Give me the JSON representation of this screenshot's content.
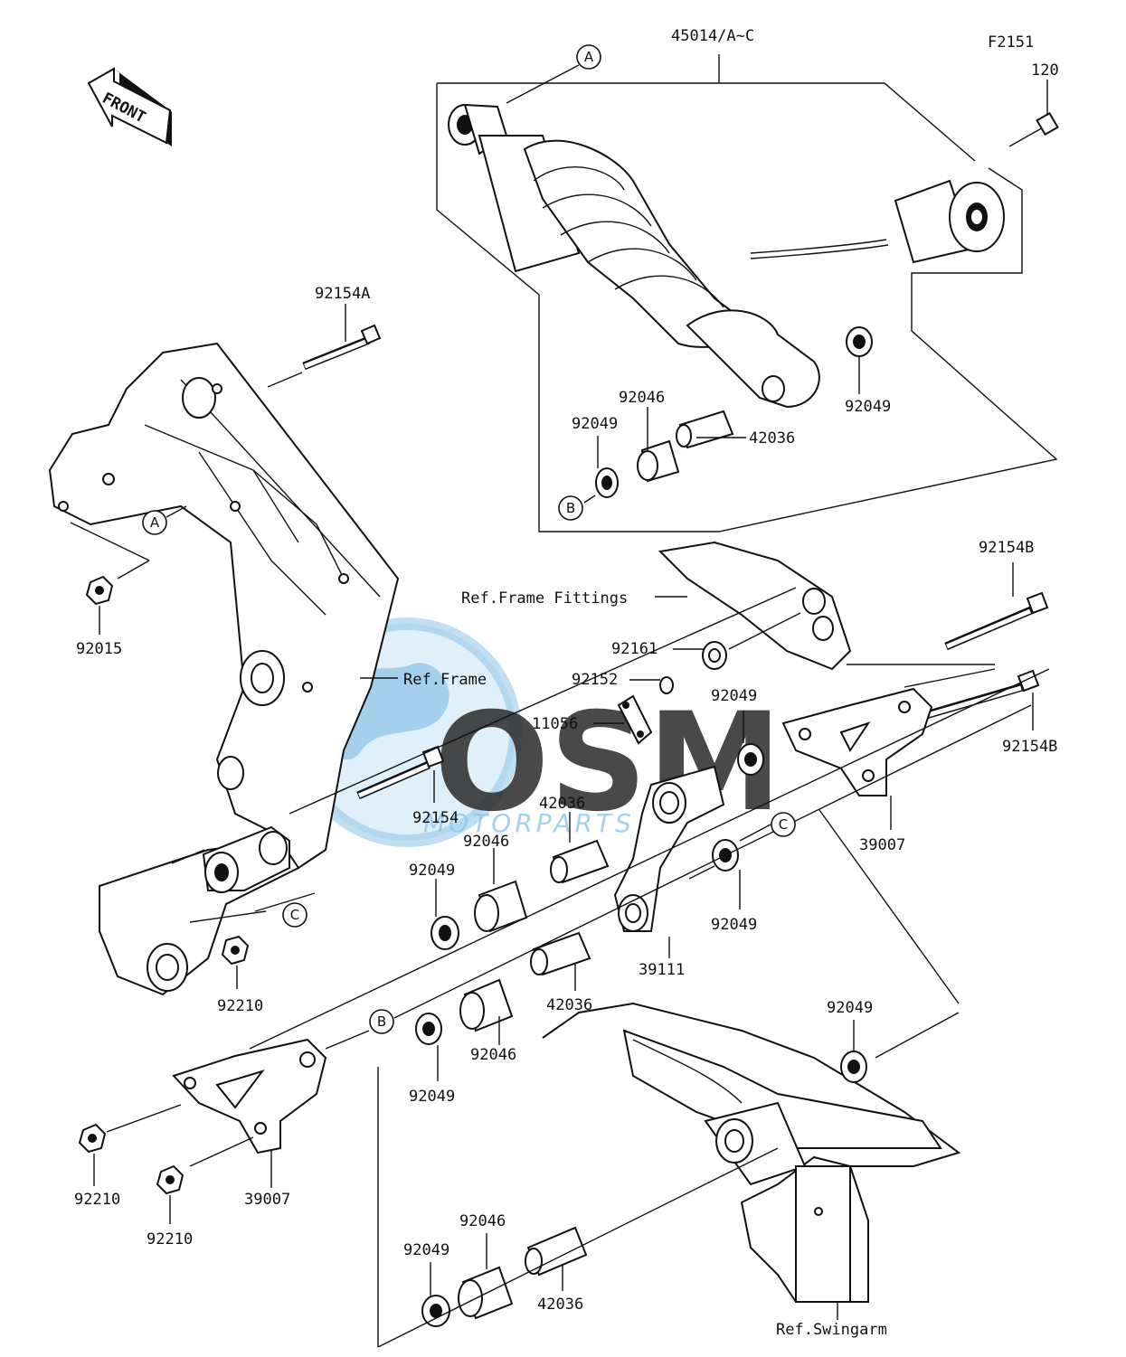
{
  "figure_code": "F2151",
  "direction_label": "FRONT",
  "part_numbers": {
    "shock_assembly": "45014/A~C",
    "preload_bolt": "120",
    "upper_bolt": "92154A",
    "upper_nut": "92015",
    "seal_top_right": "92049",
    "needle_top": "92046",
    "seal_top_left": "92049",
    "collar_top": "42036",
    "rod_bolt_right_upper": "92154B",
    "rod_bolt_right_lower": "92154B",
    "bushing": "92161",
    "collar_small": "92152",
    "plate": "11056",
    "seal_mid_right": "92049",
    "rod_right": "39007",
    "main_bolt": "92154",
    "collar_mid": "42036",
    "needle_mid": "92046",
    "seal_mid_left": "92049",
    "rocker": "39111",
    "seal_rocker_right": "92049",
    "nut_frame": "92210",
    "collar_lower": "42036",
    "needle_lower": "92046",
    "seal_lower_left": "92049",
    "seal_swingarm": "92049",
    "rod_left": "39007",
    "nut_rod_left_upper": "92210",
    "nut_rod_left_lower": "92210",
    "needle_bottom": "92046",
    "seal_bottom": "92049",
    "collar_bottom": "42036"
  },
  "references": {
    "frame_fittings": "Ref.Frame Fittings",
    "frame": "Ref.Frame",
    "swingarm": "Ref.Swingarm"
  },
  "callouts": {
    "a_top": "A",
    "a_frame": "A",
    "b_shock": "B",
    "b_lower": "B",
    "c_rocker": "C",
    "c_frame": "C"
  },
  "watermark": {
    "brand": "OSM",
    "subtitle": "MOTORPARTS"
  }
}
